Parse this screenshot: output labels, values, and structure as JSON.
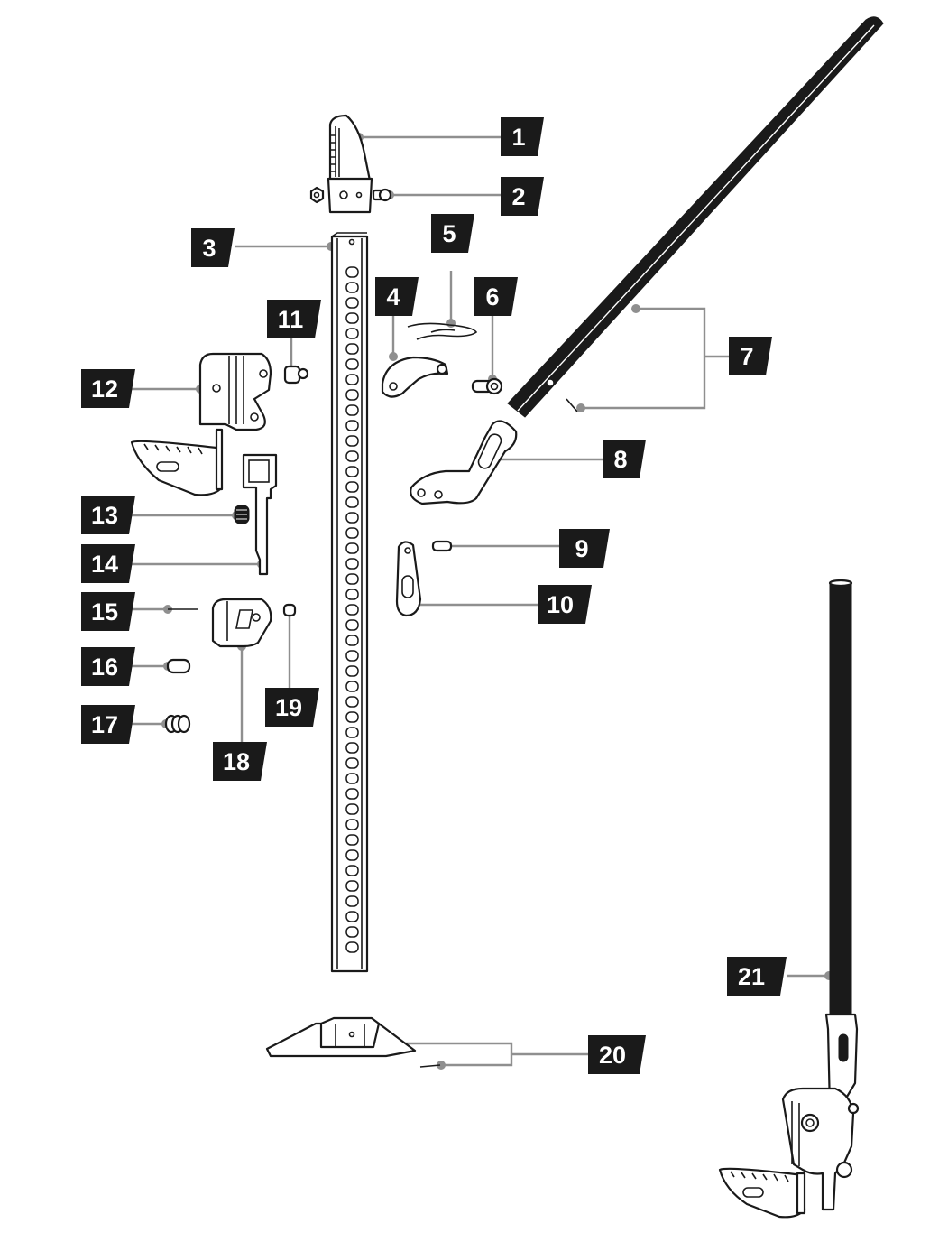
{
  "colors": {
    "label_bg": "#1a1a1a",
    "label_text": "#ffffff",
    "leader": "#8f8f8f",
    "ink": "#1a1a1a"
  },
  "labels": [
    {
      "id": "1",
      "text": "1"
    },
    {
      "id": "2",
      "text": "2"
    },
    {
      "id": "3",
      "text": "3"
    },
    {
      "id": "4",
      "text": "4"
    },
    {
      "id": "5",
      "text": "5"
    },
    {
      "id": "6",
      "text": "6"
    },
    {
      "id": "7",
      "text": "7"
    },
    {
      "id": "8",
      "text": "8"
    },
    {
      "id": "9",
      "text": "9"
    },
    {
      "id": "10",
      "text": "10"
    },
    {
      "id": "11",
      "text": "11"
    },
    {
      "id": "12",
      "text": "12"
    },
    {
      "id": "13",
      "text": "13"
    },
    {
      "id": "14",
      "text": "14"
    },
    {
      "id": "15",
      "text": "15"
    },
    {
      "id": "16",
      "text": "16"
    },
    {
      "id": "17",
      "text": "17"
    },
    {
      "id": "18",
      "text": "18"
    },
    {
      "id": "19",
      "text": "19"
    },
    {
      "id": "20",
      "text": "20"
    },
    {
      "id": "21",
      "text": "21"
    }
  ]
}
